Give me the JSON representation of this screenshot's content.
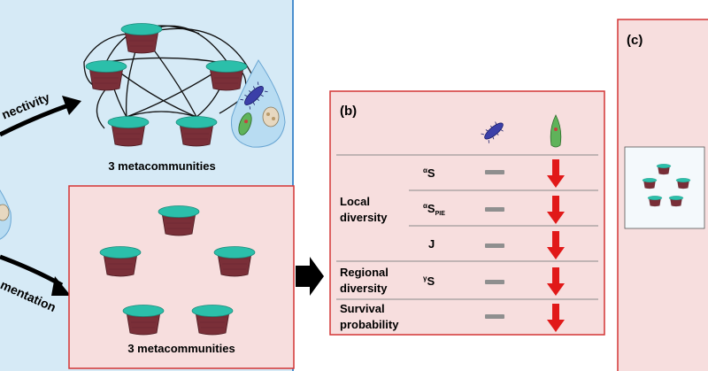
{
  "panel_a": {
    "arrow_top_label": "nectivity",
    "arrow_bottom_label": "mentation",
    "connected_caption": "3 metacommunities",
    "fragmented_caption": "3 metacommunities"
  },
  "panel_b": {
    "label": "(b)",
    "groups": [
      {
        "name": "Local diversity",
        "line1": "Local",
        "line2": "diversity"
      },
      {
        "name": "Regional diversity",
        "line1": "Regional",
        "line2": "diversity"
      },
      {
        "name": "Survival probability",
        "line1": "Survival",
        "line2": "probability"
      }
    ],
    "metrics": [
      {
        "symbol": "S",
        "prefix": "α",
        "sub": "",
        "organism_1": "no change",
        "organism_2": "decrease"
      },
      {
        "symbol": "S",
        "prefix": "α",
        "sub": "PIE",
        "organism_1": "no change",
        "organism_2": "decrease"
      },
      {
        "symbol": "J",
        "prefix": "",
        "sub": "",
        "organism_1": "no change",
        "organism_2": "decrease"
      },
      {
        "symbol": "S",
        "prefix": "γ",
        "sub": "",
        "organism_1": "no change",
        "organism_2": "decrease"
      },
      {
        "symbol": "",
        "prefix": "",
        "sub": "",
        "organism_1": "no change",
        "organism_2": "decrease"
      }
    ],
    "organism_icons": [
      "paramecium-icon",
      "euglena-icon"
    ]
  },
  "panel_c": {
    "label": "(c)"
  },
  "colors": {
    "blue_panel": "#d6eaf6",
    "blue_border": "#4a8fcf",
    "pink_panel": "#f7dede",
    "red_border": "#d33535",
    "pot_body": "#7a2f38",
    "pot_lid": "#2bbfaa",
    "decrease_arrow": "#e11919",
    "no_change_bar": "#8f8f8f"
  }
}
